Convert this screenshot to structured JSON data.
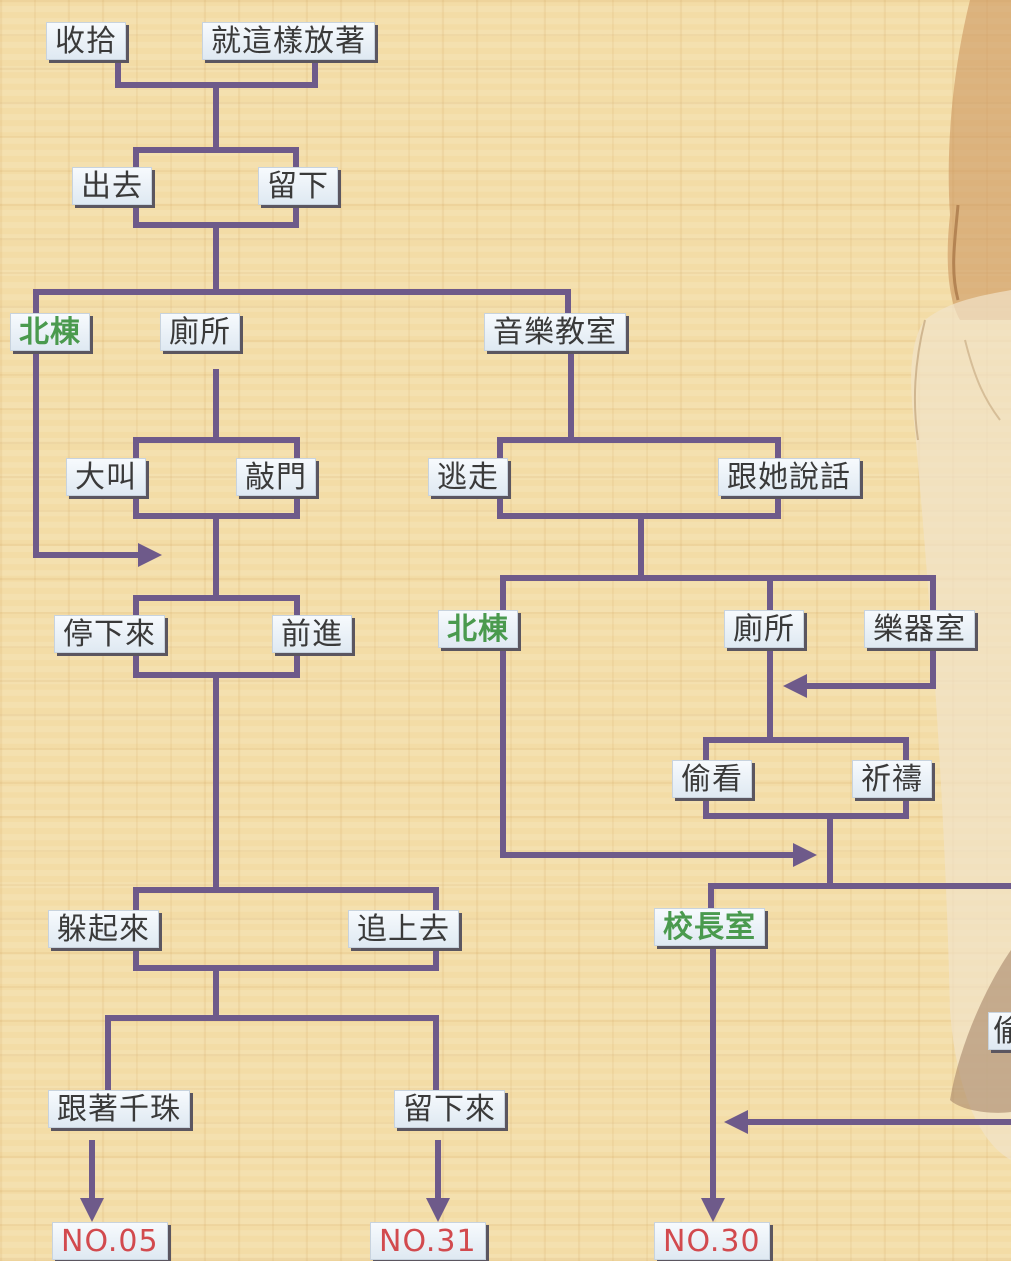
{
  "nodes": {
    "n1": "收拾",
    "n2": "就這樣放著",
    "n3": "出去",
    "n4": "留下",
    "n5": "北棟",
    "n6": "廁所",
    "n7": "音樂教室",
    "n8": "大叫",
    "n9": "敲門",
    "n10": "逃走",
    "n11": "跟她說話",
    "n12": "停下來",
    "n13": "前進",
    "n14": "北棟",
    "n15": "廁所",
    "n16": "樂器室",
    "n17": "偷看",
    "n18": "祈禱",
    "n19": "躲起來",
    "n20": "追上去",
    "n21": "校長室",
    "n22": "跟著千珠",
    "n23": "留下來",
    "n24": "NO.05",
    "n25": "NO.31",
    "n26": "NO.30",
    "n27": "偷"
  },
  "colors": {
    "line": "#6e5a8a",
    "choice_text": "#3a3a3a",
    "location_text": "#4a9a4e",
    "ending_text": "#d24a4e",
    "box_fill": "#eef3f8",
    "box_shadow": "#5b5660"
  }
}
